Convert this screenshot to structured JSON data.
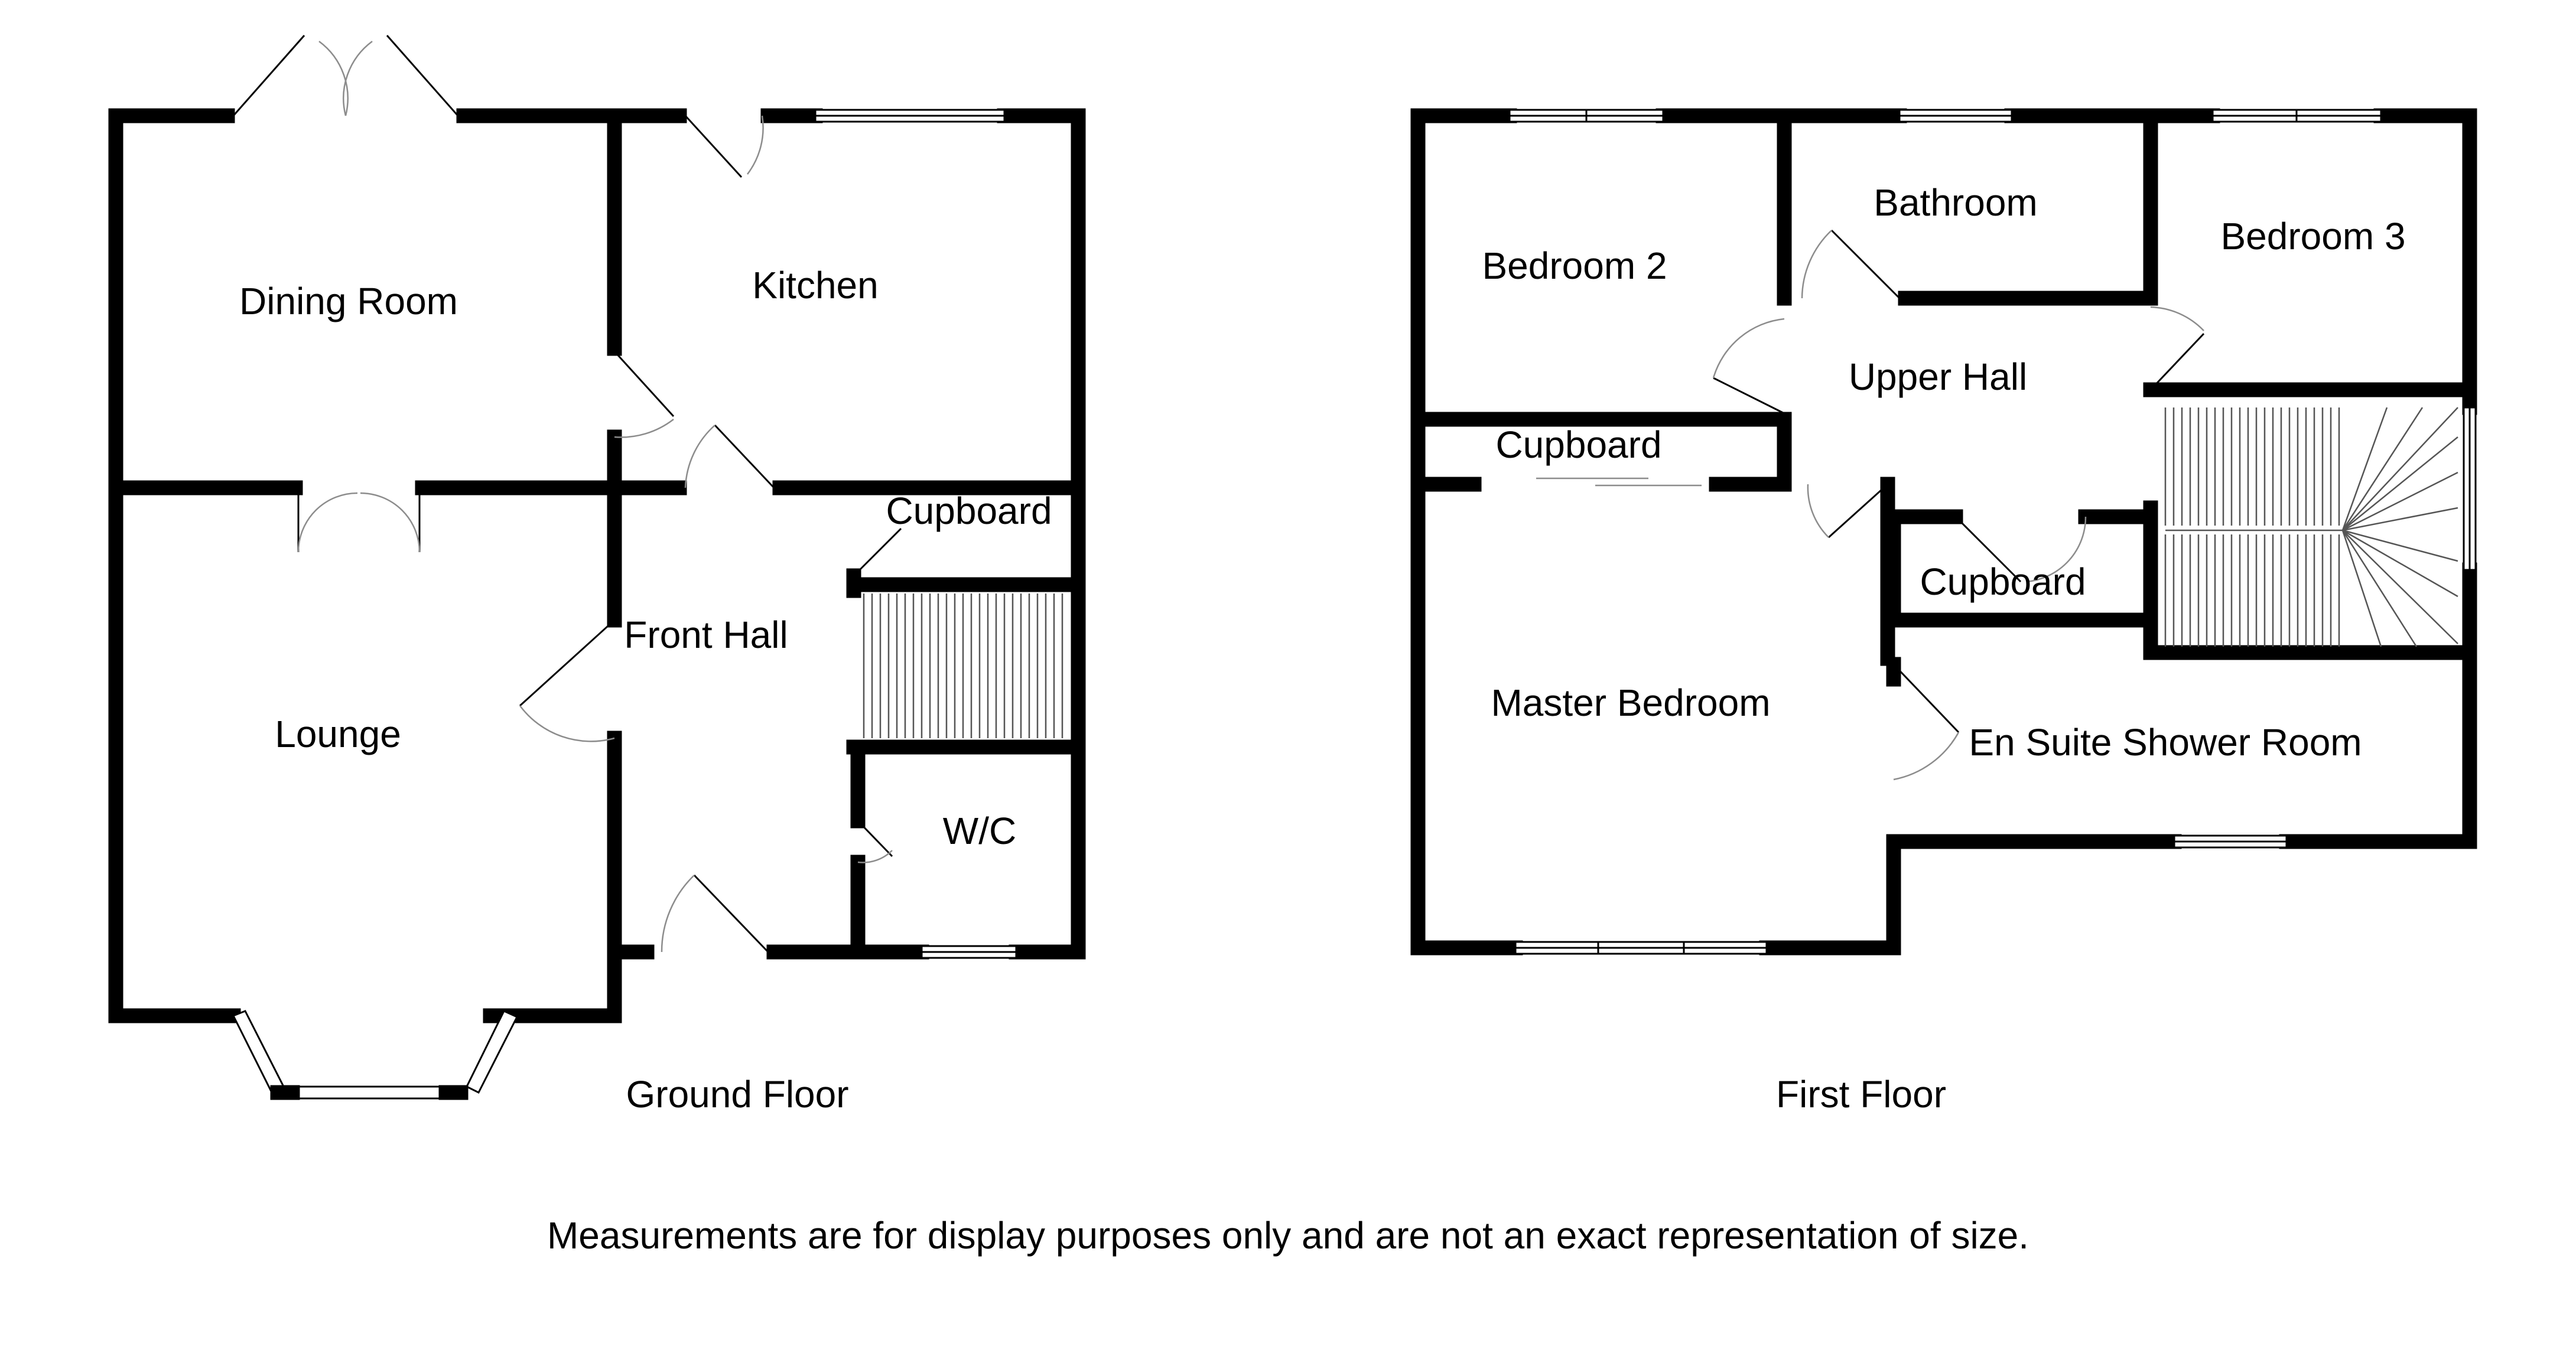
{
  "ground_floor": {
    "title": "Ground Floor",
    "rooms": {
      "dining_room": "Dining Room",
      "kitchen": "Kitchen",
      "cupboard": "Cupboard",
      "front_hall": "Front Hall",
      "lounge": "Lounge",
      "wc": "W/C"
    }
  },
  "first_floor": {
    "title": "First Floor",
    "rooms": {
      "bedroom_2": "Bedroom 2",
      "bathroom": "Bathroom",
      "bedroom_3": "Bedroom 3",
      "upper_hall": "Upper Hall",
      "cupboard_left": "Cupboard",
      "cupboard_right": "Cupboard",
      "master_bedroom": "Master Bedroom",
      "en_suite": "En Suite Shower Room"
    }
  },
  "disclaimer": "Measurements are for display purposes only and are not an exact representation of size."
}
